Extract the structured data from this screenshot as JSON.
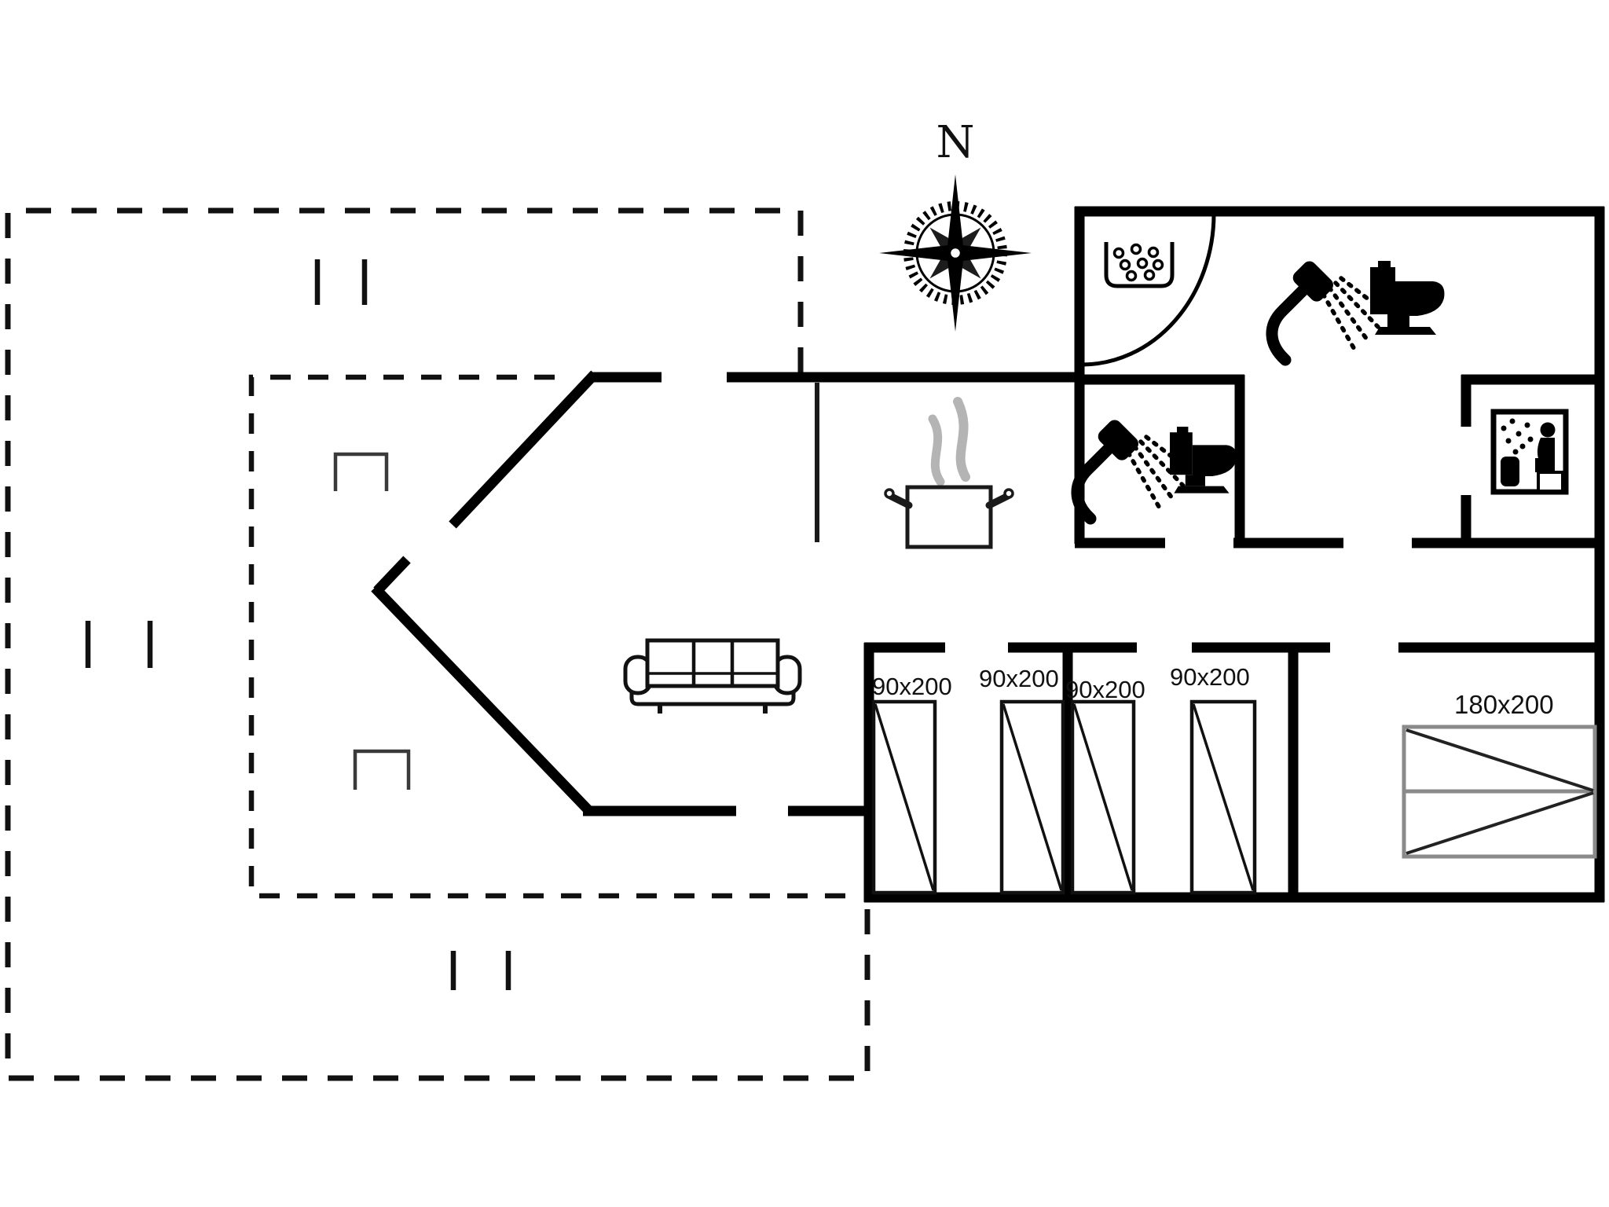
{
  "plan": {
    "title": "holiday-home-floor-plan",
    "compass": {
      "label": "N"
    },
    "bedrooms": {
      "single_beds": [
        {
          "label": "90x200"
        },
        {
          "label": "90x200"
        },
        {
          "label": "90x200"
        },
        {
          "label": "90x200"
        }
      ],
      "double_bed": {
        "label": "180x200"
      }
    },
    "icons": [
      "compass-rose-icon",
      "entrance-door-arc",
      "washbasin-icon",
      "shower-icon",
      "toilet-icon",
      "sauna-icon",
      "cooking-pot-icon",
      "sofa-icon",
      "single-bed-icon",
      "double-bed-icon",
      "window-tick-icon",
      "furniture-icon"
    ],
    "colors": {
      "wall": "#000000",
      "thin_line": "#1a1a1a",
      "steam": "#b4b4b4",
      "double_bed_outline": "#8a8a8a",
      "background": "#ffffff"
    }
  }
}
